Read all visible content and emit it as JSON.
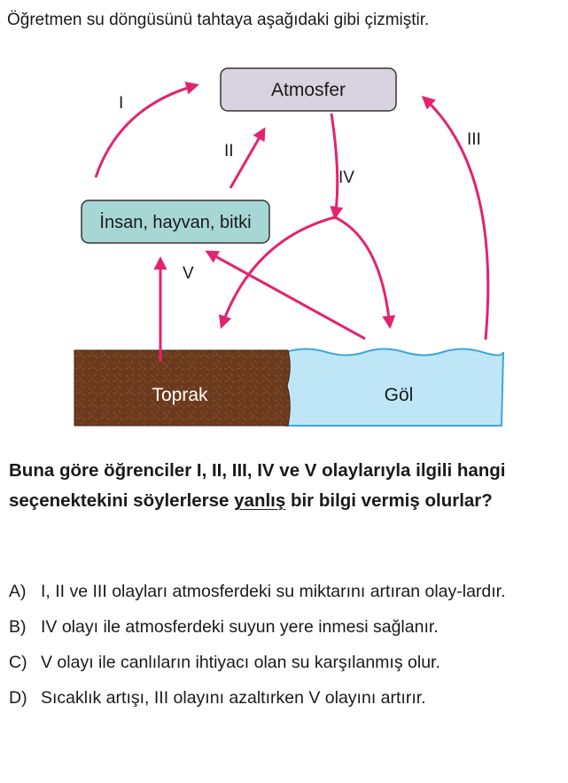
{
  "intro": "Öğretmen su döngüsünü tahtaya aşağıdaki gibi çizmiştir.",
  "diagram": {
    "atmosphere_label": "Atmosfer",
    "living_label": "İnsan, hayvan, bitki",
    "soil_label": "Toprak",
    "lake_label": "Göl",
    "arrow_labels": [
      "I",
      "II",
      "III",
      "IV",
      "V"
    ],
    "colors": {
      "arrow": "#e4236f",
      "atmosphere_fill": "#d9d3df",
      "living_fill": "#a6d7d4",
      "soil_fill": "#6b3a1d",
      "lake_fill": "#bfe6f6",
      "lake_outline": "#3ea6dc"
    }
  },
  "question": {
    "part1": "Buna göre öğrenciler I, II, III, IV ve V olaylarıyla ilgili hangi seçenektekini söylerlerse ",
    "underlined": "yanlış",
    "part2": " bir bilgi vermiş olurlar?"
  },
  "options": [
    {
      "letter": "A)",
      "text": "I, II ve III olayları atmosferdeki su miktarını artıran olay-lardır."
    },
    {
      "letter": "B)",
      "text": "IV olayı ile atmosferdeki suyun yere inmesi sağlanır."
    },
    {
      "letter": "C)",
      "text": "V olayı ile canlıların ihtiyacı olan su karşılanmış olur."
    },
    {
      "letter": "D)",
      "text": "Sıcaklık artışı, III olayını azaltırken V olayını artırır."
    }
  ]
}
